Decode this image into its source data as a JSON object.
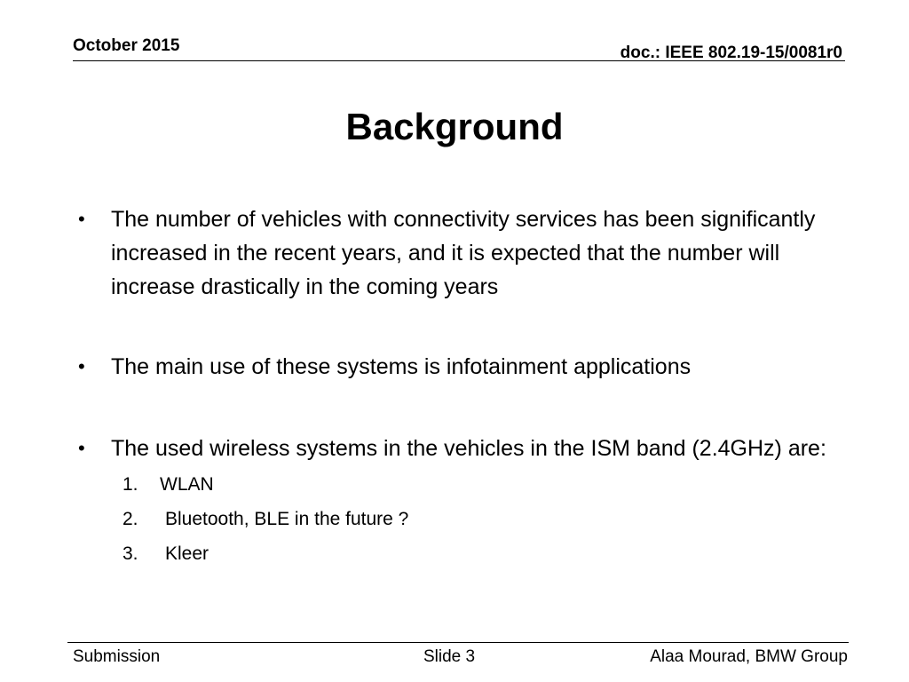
{
  "header": {
    "date": "October 2015",
    "doc_id": "doc.: IEEE 802.19-15/0081r0"
  },
  "slide": {
    "title": "Background",
    "bullets": [
      "The number of vehicles with connectivity services has been significantly increased in the recent years, and it is expected that the number will increase drastically in the coming years",
      "The main use of these systems is infotainment applications",
      "The used wireless systems in the vehicles in the ISM band (2.4GHz) are:"
    ],
    "bullet_marker": "•",
    "sub_items": [
      {
        "num": "1.",
        "text": "WLAN"
      },
      {
        "num": "2.",
        "text": "Bluetooth, BLE in the future ?"
      },
      {
        "num": "3.",
        "text": "Kleer"
      }
    ]
  },
  "footer": {
    "left": "Submission",
    "center": "Slide 3",
    "right": "Alaa Mourad, BMW Group"
  }
}
